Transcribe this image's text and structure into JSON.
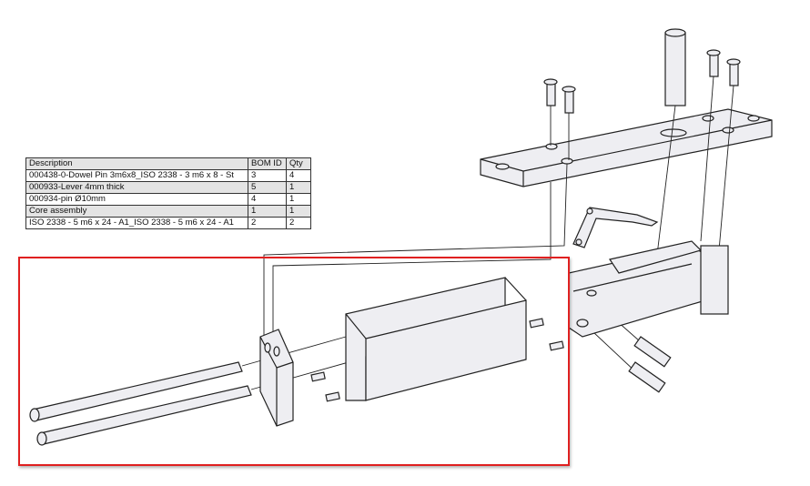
{
  "bom_table": {
    "headers": [
      "Description",
      "BOM ID",
      "Qty"
    ],
    "rows": [
      {
        "description": "000438-0-Dowel Pin 3m6x8_ISO 2338 - 3 m6 x 8 - St",
        "bom_id": "3",
        "qty": "4"
      },
      {
        "description": "000933-Lever 4mm thick",
        "bom_id": "5",
        "qty": "1"
      },
      {
        "description": "000934-pin Ø10mm",
        "bom_id": "4",
        "qty": "1"
      },
      {
        "description": "Core assembly",
        "bom_id": "1",
        "qty": "1"
      },
      {
        "description": "ISO 2338 - 5 m6 x 24 - A1_ISO 2338 - 5 m6 x 24 - A1",
        "bom_id": "2",
        "qty": "2"
      }
    ]
  },
  "colors": {
    "selection": "#e02020",
    "part_fill": "#eeeef2",
    "line": "#222222"
  }
}
